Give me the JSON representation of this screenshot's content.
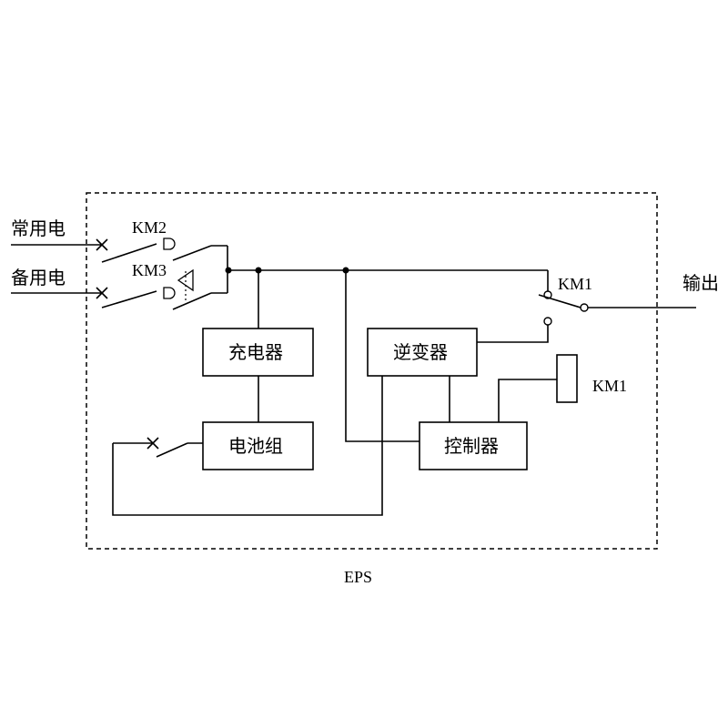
{
  "inputs": {
    "normal_power": "常用电",
    "backup_power": "备用电"
  },
  "output_label": "输出",
  "contactors": {
    "km2": "KM2",
    "km3": "KM3",
    "km1_switch": "KM1",
    "km1_coil": "KM1"
  },
  "blocks": {
    "charger": "充电器",
    "battery": "电池组",
    "inverter": "逆变器",
    "controller": "控制器"
  },
  "enclosure_label": "EPS"
}
